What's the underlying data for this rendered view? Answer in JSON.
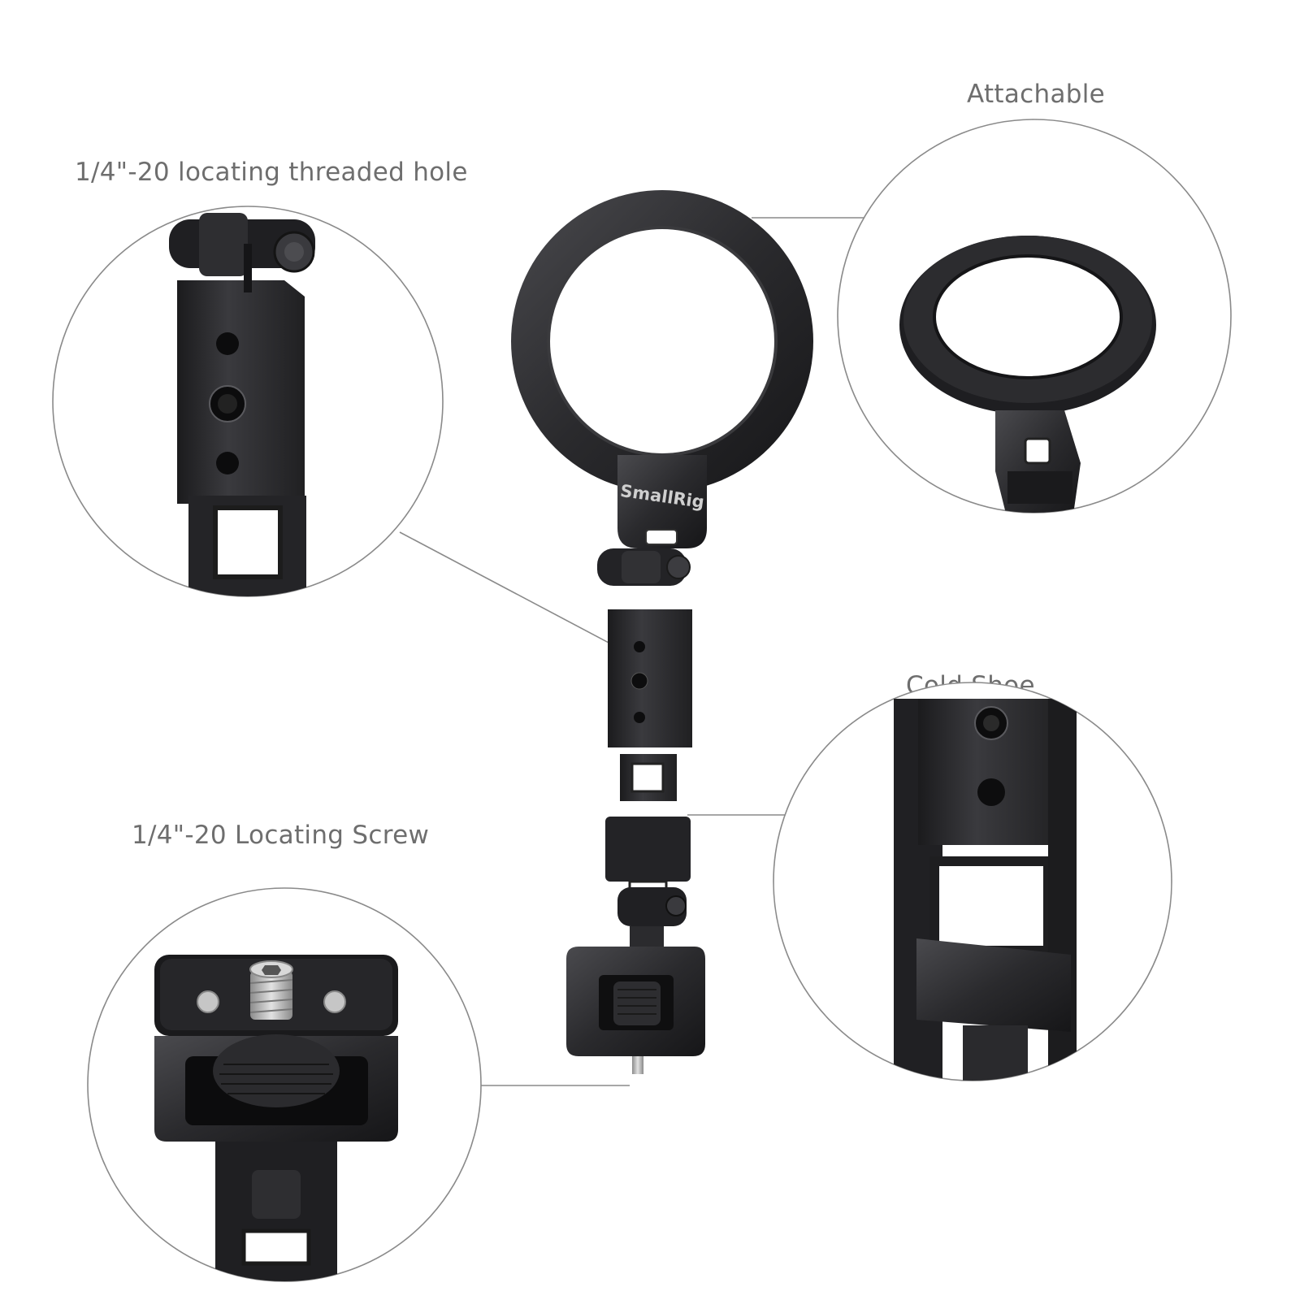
{
  "callouts": {
    "threaded_hole": "1/4\"-20 locating threaded hole",
    "attachable": "Attachable",
    "cold_shoe": "Cold Shoe",
    "locating_screw": "1/4\"-20 Locating Screw"
  },
  "product": {
    "brand": "SmallRig"
  },
  "colors": {
    "background": "#ffffff",
    "label_text": "#6e6e6e",
    "circle_stroke": "#8a8a8a",
    "metal_dark": "#1c1c1e",
    "metal_mid": "#2c2c2f",
    "metal_light": "#46464a"
  }
}
